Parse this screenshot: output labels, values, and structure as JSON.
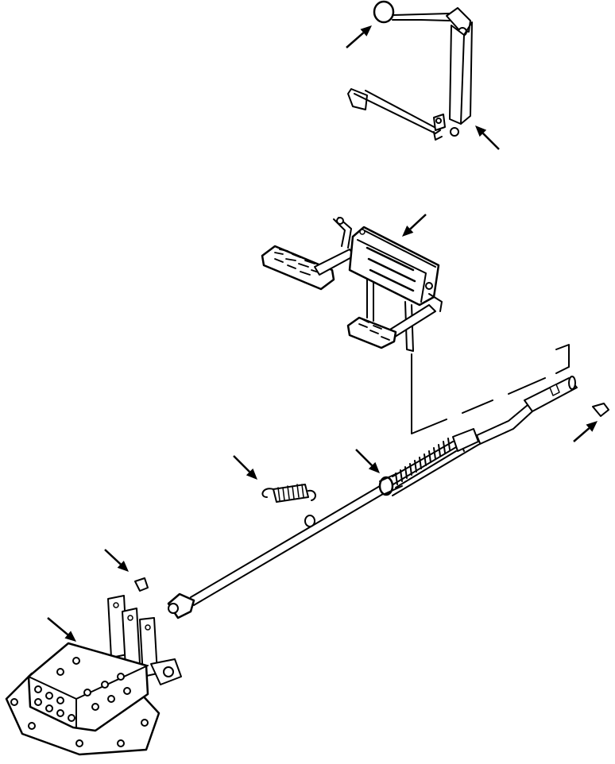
{
  "diagram": {
    "stroke_color": "#000000",
    "background_color": "#ffffff",
    "callout_arrows": [
      {
        "id": "arrow-hand-lever-knob"
      },
      {
        "id": "arrow-hand-lever-pivot"
      },
      {
        "id": "arrow-pedal-housing"
      },
      {
        "id": "arrow-clevis-pin-right"
      },
      {
        "id": "arrow-control-cable"
      },
      {
        "id": "arrow-return-spring"
      },
      {
        "id": "arrow-clevis-pin-left"
      },
      {
        "id": "arrow-control-valve"
      }
    ]
  }
}
